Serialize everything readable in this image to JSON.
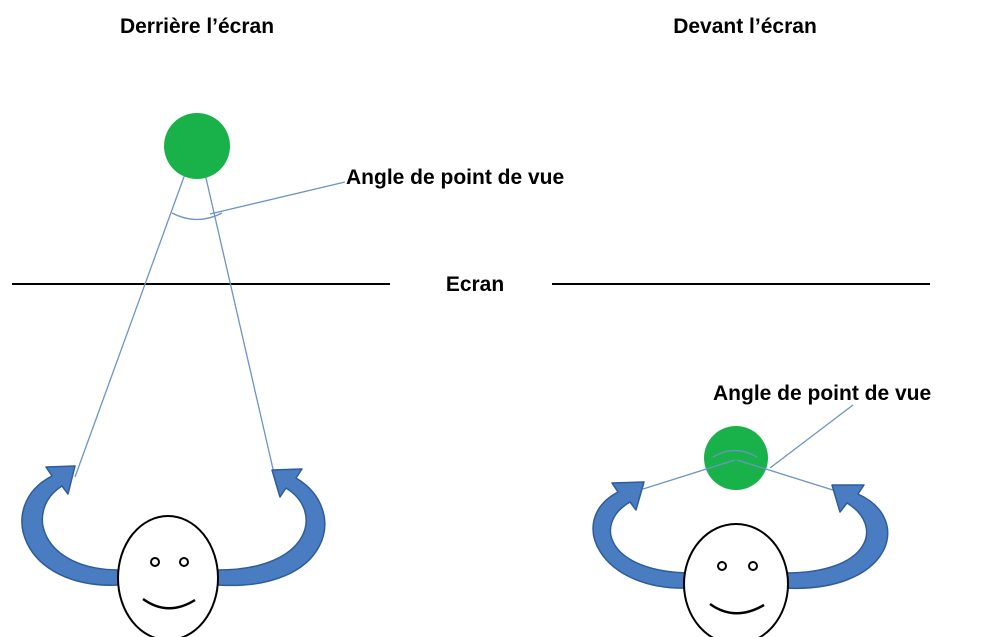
{
  "left_panel": {
    "title": "Derrière l’écran",
    "angle_label": "Angle de point de vue"
  },
  "right_panel": {
    "title": "Devant l’écran",
    "angle_label": "Angle de point de vue"
  },
  "screen_label": "Ecran",
  "colors": {
    "object_green": "#19b24a",
    "arrow_blue": "#4a7cc2",
    "arrow_outline": "#2e5c99",
    "sight_line": "#6d93c7",
    "screen_line": "#000000",
    "face_outline": "#000000",
    "face_fill": "#ffffff"
  }
}
